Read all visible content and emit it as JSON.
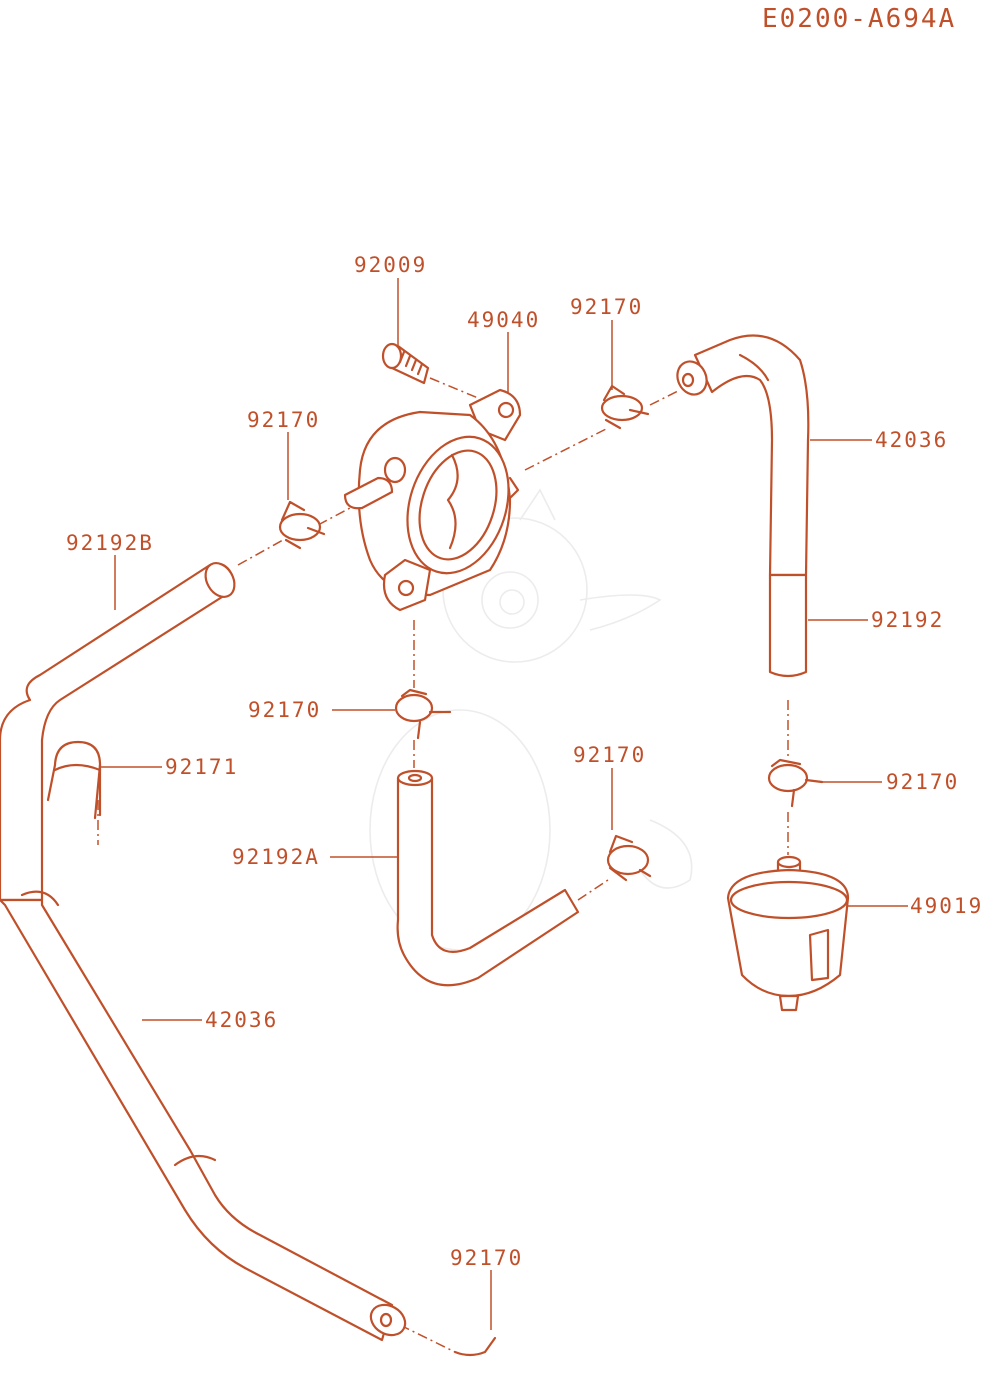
{
  "diagram_code": "E0200-A694A",
  "colors": {
    "line": "#c0502a",
    "background": "#ffffff"
  },
  "labels": {
    "bolt_92009": "92009",
    "fuel_pump_49040": "49040",
    "clamp_top_right": "92170",
    "hose_top_right_42036": "42036",
    "clamp_top_left": "92170",
    "hose_92192B": "92192B",
    "hose_92192": "92192",
    "clamp_center": "92170",
    "clip_92171": "92171",
    "clamp_right_middle": "92170",
    "clamp_lower_center": "92170",
    "hose_92192A": "92192A",
    "fuel_filter_49019": "49019",
    "hose_lower_left_42036": "42036",
    "clamp_bottom": "92170"
  }
}
